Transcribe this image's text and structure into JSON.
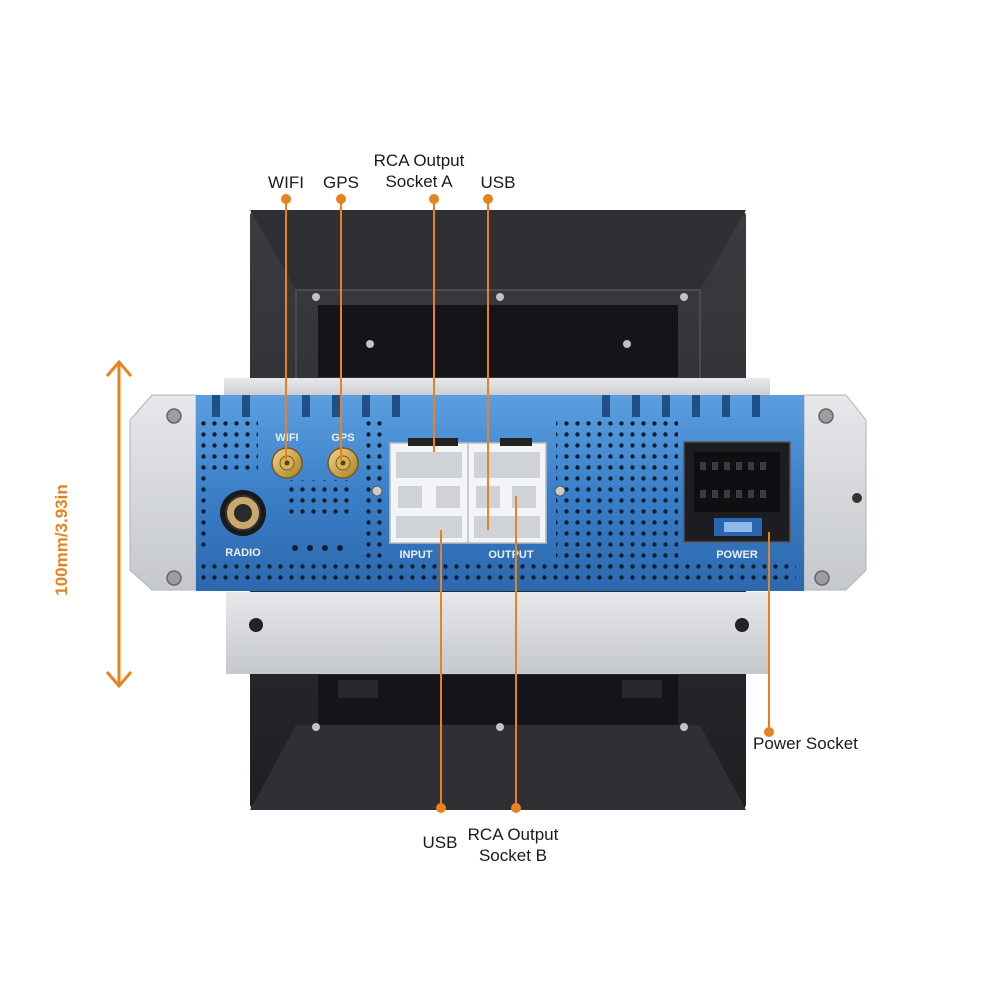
{
  "labels": {
    "wifi": "WIFI",
    "gps": "GPS",
    "rca_a_line1": "RCA Output",
    "rca_a_line2": "Socket A",
    "usb_top": "USB",
    "usb_bottom": "USB",
    "rca_b_line1": "RCA Output",
    "rca_b_line2": "Socket B",
    "power_socket": "Power Socket",
    "dimension": "100mm/3.93in"
  },
  "panel_markings": {
    "wifi": "WIFI",
    "gps": "GPS",
    "radio": "RADIO",
    "input": "INPUT",
    "output": "OUTPUT",
    "power": "POWER"
  },
  "colors": {
    "callout_line": "#e8821e",
    "dimension": "#e8821e",
    "housing": "#2a2c30",
    "panel_blue": "#3a7fc8",
    "bracket": "#d9dbde"
  },
  "icons": [
    "arrow-up-icon",
    "arrow-down-icon"
  ]
}
